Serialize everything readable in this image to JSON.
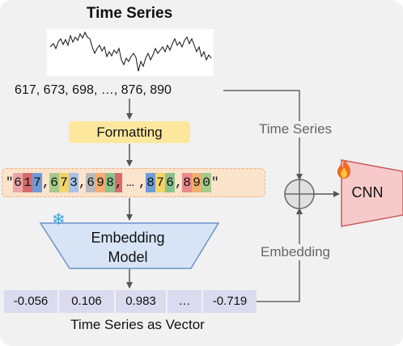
{
  "title": "Time Series",
  "series_values": "617, 673, 698, …, 876, 890",
  "formatting_label": "Formatting",
  "tokens": [
    {
      "t": "\"",
      "c": ""
    },
    {
      "t": "6",
      "c": "#e9a6a6"
    },
    {
      "t": "1",
      "c": "#d96a6a"
    },
    {
      "t": "7",
      "c": "#6f9bd8"
    },
    {
      "t": ",",
      "c": ""
    },
    {
      "t": "6",
      "c": "#a4c98a"
    },
    {
      "t": "7",
      "c": "#f3d36b"
    },
    {
      "t": "3",
      "c": "#a7c3ea"
    },
    {
      "t": ",",
      "c": ""
    },
    {
      "t": "6",
      "c": "#b9b9b9"
    },
    {
      "t": "9",
      "c": "#f2ad6f"
    },
    {
      "t": "8",
      "c": "#8cc28c"
    },
    {
      "t": ",",
      "c": "#d96a6a"
    },
    {
      "t": " …",
      "c": ""
    },
    {
      "t": ",",
      "c": ""
    },
    {
      "t": "8",
      "c": "#6f9bd8"
    },
    {
      "t": "7",
      "c": "#f3d36b"
    },
    {
      "t": "6",
      "c": "#8cc28c"
    },
    {
      "t": ",",
      "c": ""
    },
    {
      "t": "8",
      "c": "#e98a8a"
    },
    {
      "t": "9",
      "c": "#f2ad6f"
    },
    {
      "t": "0",
      "c": "#a4c98a"
    },
    {
      "t": "\"",
      "c": ""
    }
  ],
  "embedding_model_label": "Embedding\nModel",
  "vector": [
    "-0.056",
    "0.106",
    "0.983",
    "…",
    "-0.719"
  ],
  "vector_caption": "Time Series as Vector",
  "edge_time_series": "Time Series",
  "edge_embedding": "Embedding",
  "cnn_label": "CNN",
  "icons": {
    "frozen": "snowflake-icon",
    "trainable": "fire-icon"
  }
}
